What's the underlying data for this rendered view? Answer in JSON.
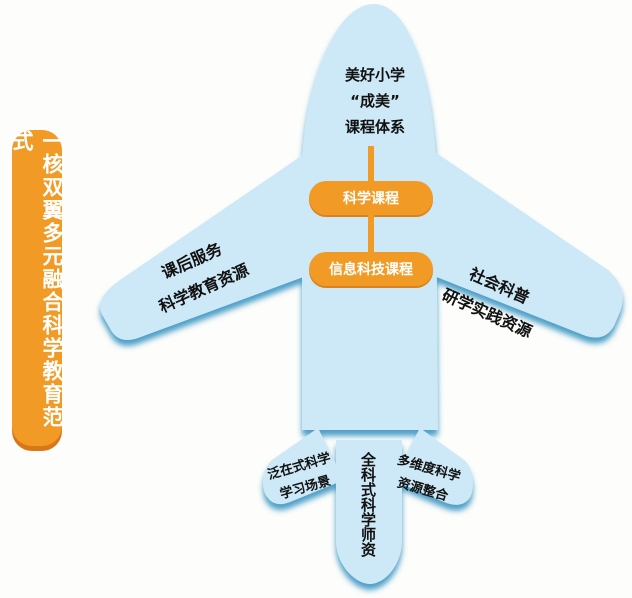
{
  "title": "一核双翼多元融合科学教育范式",
  "colors": {
    "background": "#fdfdfb",
    "plane_fill": "#cde8f6",
    "plane_shadow": "#2f8fbf",
    "accent_orange": "#f29a26",
    "text_dark": "#111111",
    "text_light": "#ffffff"
  },
  "nose": {
    "lines": [
      "美好小学",
      "“成美”",
      "课程体系"
    ]
  },
  "core": {
    "items": [
      "科学课程",
      "信息科技课程"
    ]
  },
  "left_wing": {
    "lines": [
      "课后服务",
      "科学教育资源"
    ]
  },
  "right_wing": {
    "lines": [
      "社会科普",
      "研学实践资源"
    ]
  },
  "tail": {
    "left": [
      "泛在式科学",
      "学习场景"
    ],
    "center": "全科式科学师资",
    "right": [
      "多维度科学",
      "资源整合"
    ]
  }
}
